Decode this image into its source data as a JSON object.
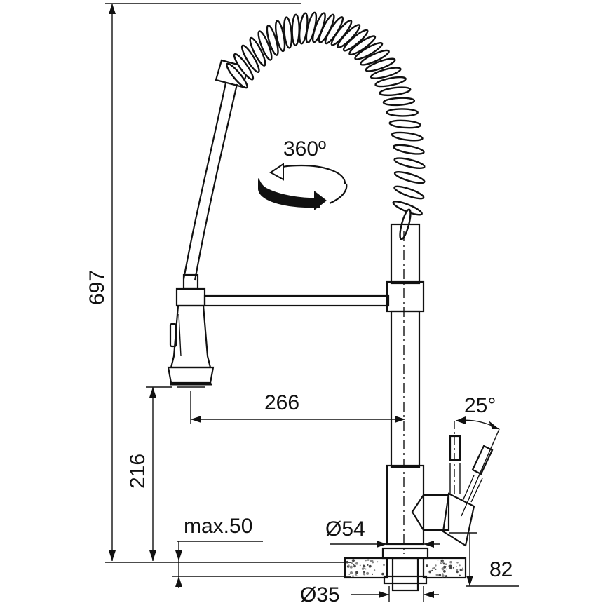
{
  "dimensions": {
    "total_height": "697",
    "spout_height": "216",
    "reach": "266",
    "rotation": "360º",
    "lever_angle": "25°",
    "max_thickness": "max.50",
    "base_diameter": "Ø54",
    "hole_diameter": "Ø35",
    "lever_offset": "82"
  },
  "colors": {
    "line": "#111111",
    "background": "#ffffff",
    "granite_fill": "#c8c8c8"
  }
}
